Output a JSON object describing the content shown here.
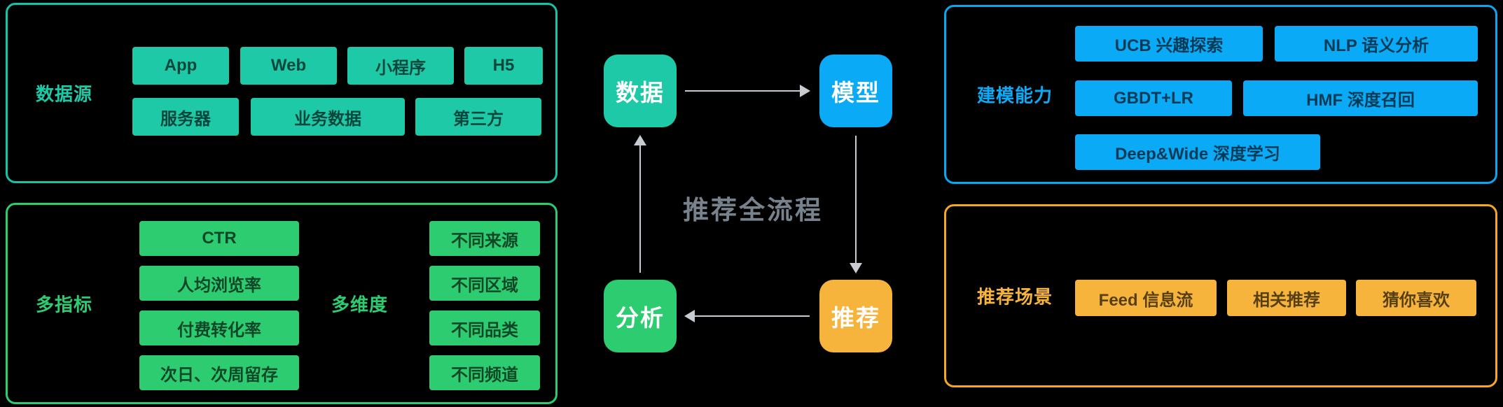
{
  "colors": {
    "background": "#000000",
    "teal": "#1ec9a8",
    "green": "#2ecc71",
    "blue": "#0baaf7",
    "orange": "#f7b43d",
    "arrow": "#c6ccd2",
    "flow_title_gray": "#78828c"
  },
  "data_sources": {
    "label": "数据源",
    "row1": [
      "App",
      "Web",
      "小程序",
      "H5"
    ],
    "row2": [
      "服务器",
      "业务数据",
      "第三方"
    ]
  },
  "metrics": {
    "label": "多指标",
    "items": [
      "CTR",
      "人均浏览率",
      "付费转化率",
      "次日、次周留存"
    ]
  },
  "dimensions": {
    "label": "多维度",
    "items": [
      "不同来源",
      "不同区域",
      "不同品类",
      "不同频道"
    ]
  },
  "flow": {
    "title": "推荐全流程",
    "nodes": {
      "data": "数据",
      "model": "模型",
      "analysis": "分析",
      "recommend": "推荐"
    }
  },
  "modeling": {
    "label": "建模能力",
    "row1": [
      "UCB 兴趣探索",
      "NLP 语义分析"
    ],
    "row2": [
      "GBDT+LR",
      "HMF 深度召回"
    ],
    "row3": [
      "Deep&Wide 深度学习"
    ]
  },
  "scenarios": {
    "label": "推荐场景",
    "items": [
      "Feed 信息流",
      "相关推荐",
      "猜你喜欢"
    ]
  }
}
